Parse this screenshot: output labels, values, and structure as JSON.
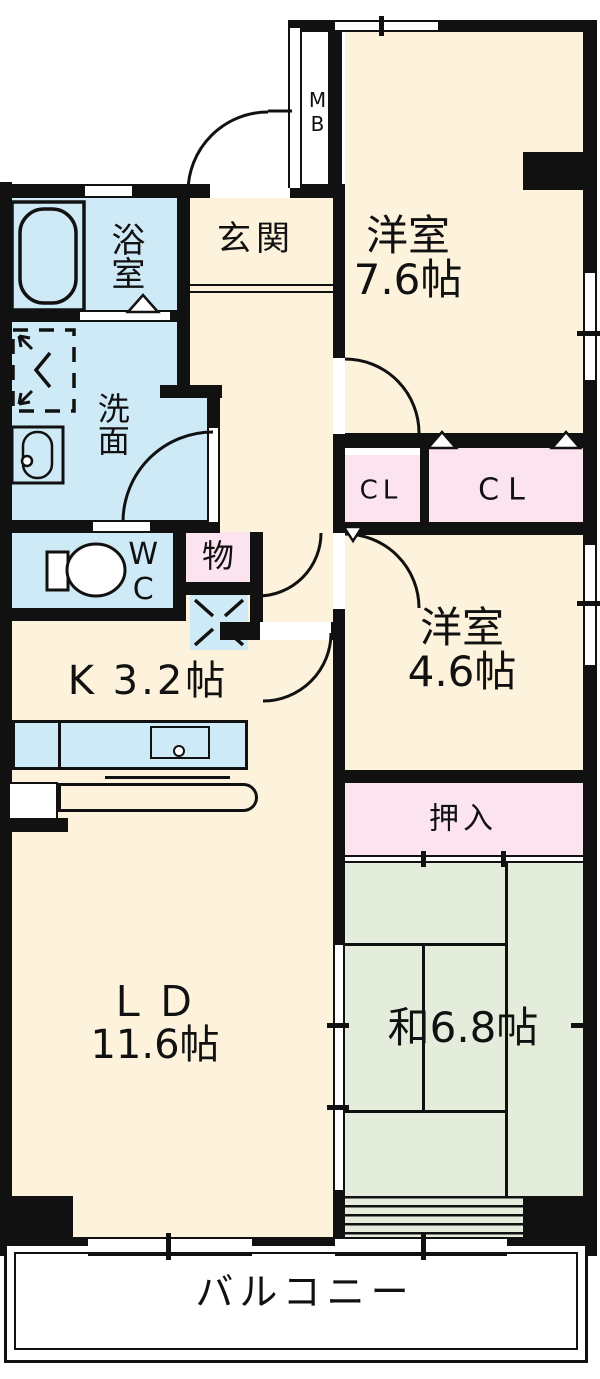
{
  "colors": {
    "wall": "#111111",
    "room_cream": "#fdf3dc",
    "wet_blue": "#cfeaf7",
    "closet_pink": "#fbe3ef",
    "tatami_green": "#e4eddc"
  },
  "rooms": {
    "western_main": {
      "name": "洋室",
      "size": "7.6帖"
    },
    "western_second": {
      "name": "洋室",
      "size": "4.6帖"
    },
    "japanese_room": {
      "label": "和6.8帖"
    },
    "living_dining": {
      "name": "ＬＤ",
      "size": "11.6帖"
    },
    "kitchen": {
      "label": "K 3.2帖"
    },
    "entrance": {
      "label": "玄関"
    },
    "bathroom": {
      "label": "浴室"
    },
    "washroom": {
      "label": "洗面"
    },
    "toilet": {
      "label": "WC"
    },
    "storage": {
      "label": "物"
    },
    "closet_small": {
      "label": "CL"
    },
    "closet_large": {
      "label": "CL"
    },
    "oshiire": {
      "label": "押入"
    },
    "balcony": {
      "label": "バルコニー"
    },
    "meter_box": {
      "label": "MB"
    }
  }
}
